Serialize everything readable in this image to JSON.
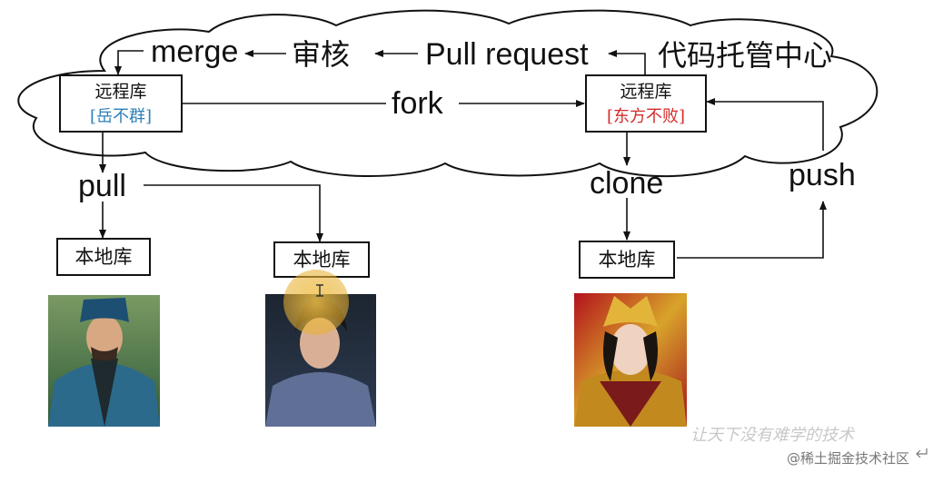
{
  "cloud": {
    "label": "代码托管中心",
    "review_label": "审核",
    "merge_label": "merge",
    "pull_request_label": "Pull request",
    "fork_label": "fork"
  },
  "repos": {
    "left": {
      "title": "远程库",
      "owner": "[岳不群]",
      "owner_color": "#2e7fb8"
    },
    "right": {
      "title": "远程库",
      "owner": "[东方不败]",
      "owner_color": "#d42b2b"
    }
  },
  "actions": {
    "pull": "pull",
    "clone": "clone",
    "push": "push"
  },
  "locals": [
    {
      "label": "本地库"
    },
    {
      "label": "本地库"
    },
    {
      "label": "本地库"
    }
  ],
  "footer": {
    "watermark": "让天下没有难学的技术",
    "brand": "@稀土掘金技术社区"
  }
}
